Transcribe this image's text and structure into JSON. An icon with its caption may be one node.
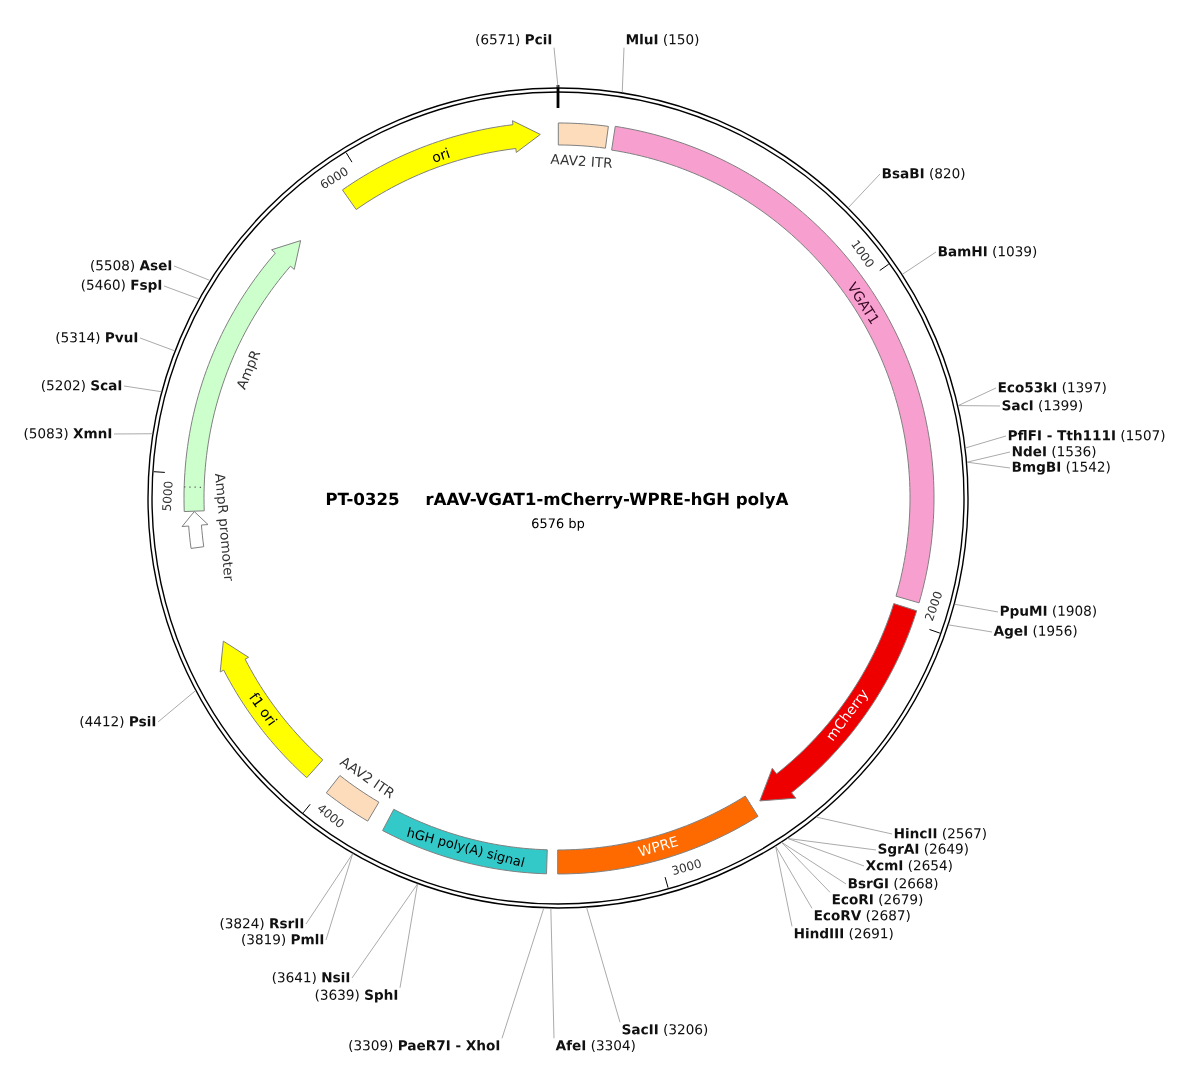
{
  "diagram": {
    "nodes": [
      {
        "text": [
          "PT-0325",
          "rAAV-VGAT1-mCherry-WPRE-hGH polyA",
          "6576 bp"
        ]
      },
      {
        "text": [
          "AAV2 ITR"
        ],
        "in": 0
      },
      {
        "text": [
          "VGAT1"
        ],
        "in": 0
      },
      {
        "text": [
          "mCherry"
        ],
        "in": 0
      },
      {
        "text": [
          "WPRE"
        ],
        "in": 0
      },
      {
        "text": [
          "hGH poly(A) signal"
        ],
        "in": 0
      },
      {
        "text": [
          "AAV2 ITR"
        ],
        "in": 0
      },
      {
        "text": [
          "f1 ori"
        ],
        "in": 0
      },
      {
        "text": [
          "AmpR promoter"
        ],
        "in": 0
      },
      {
        "text": [
          "AmpR"
        ],
        "in": 0
      },
      {
        "text": [
          "ori"
        ],
        "in": 0
      },
      {
        "text": [
          "(6571) **PciI**"
        ]
      },
      {
        "text": [
          "**MluI** (150)"
        ]
      },
      {
        "text": [
          "**BsaBI** (820)"
        ]
      },
      {
        "text": [
          "**BamHI** (1039)"
        ]
      },
      {
        "text": [
          "**Eco53kI** (1397)"
        ]
      },
      {
        "text": [
          "**SacI** (1399)"
        ]
      },
      {
        "text": [
          "**PflFI - Tth111I** (1507)"
        ]
      },
      {
        "text": [
          "**NdeI** (1536)"
        ]
      },
      {
        "text": [
          "**BmgBI** (1542)"
        ]
      },
      {
        "text": [
          "**PpuMI** (1908)"
        ]
      },
      {
        "text": [
          "**AgeI** (1956)"
        ]
      },
      {
        "text": [
          "**HincII** (2567)"
        ]
      },
      {
        "text": [
          "**SgrAI** (2649)"
        ]
      },
      {
        "text": [
          "**XcmI** (2654)"
        ]
      },
      {
        "text": [
          "**BsrGI** (2668)"
        ]
      },
      {
        "text": [
          "**EcoRI** (2679)"
        ]
      },
      {
        "text": [
          "**EcoRV** (2687)"
        ]
      },
      {
        "text": [
          "**HindIII** (2691)"
        ]
      },
      {
        "text": [
          "**SacII** (3206)"
        ]
      },
      {
        "text": [
          "**AfeI** (3304)"
        ]
      },
      {
        "text": [
          "(3309) **PaeR7I - XhoI**"
        ]
      },
      {
        "text": [
          "(3639) **SphI**"
        ]
      },
      {
        "text": [
          "(3641) **NsiI**"
        ]
      },
      {
        "text": [
          "(3819) **PmlI**"
        ]
      },
      {
        "text": [
          "(3824) **RsrII**"
        ]
      },
      {
        "text": [
          "(4412) **PsiI**"
        ]
      },
      {
        "text": [
          "(5083) **XmnI**"
        ]
      },
      {
        "text": [
          "(5202) **ScaI**"
        ]
      },
      {
        "text": [
          "(5314) **PvuI**"
        ]
      },
      {
        "text": [
          "(5460) **FspI**"
        ]
      },
      {
        "text": [
          "(5508) **AseI**"
        ]
      }
    ],
    "edges": [
      {
        "from": 11,
        "to": 0,
        "arrow": "none"
      },
      {
        "from": 12,
        "to": 0,
        "arrow": "none"
      },
      {
        "from": 13,
        "to": 0,
        "arrow": "none"
      },
      {
        "from": 14,
        "to": 0,
        "arrow": "none"
      },
      {
        "from": 15,
        "to": 0,
        "arrow": "none"
      },
      {
        "from": 16,
        "to": 0,
        "arrow": "none"
      },
      {
        "from": 17,
        "to": 0,
        "arrow": "none"
      },
      {
        "from": 18,
        "to": 0,
        "arrow": "none"
      },
      {
        "from": 19,
        "to": 0,
        "arrow": "none"
      },
      {
        "from": 20,
        "to": 0,
        "arrow": "none"
      },
      {
        "from": 21,
        "to": 0,
        "arrow": "none"
      },
      {
        "from": 22,
        "to": 0,
        "arrow": "none"
      },
      {
        "from": 23,
        "to": 0,
        "arrow": "none"
      },
      {
        "from": 24,
        "to": 0,
        "arrow": "none"
      },
      {
        "from": 25,
        "to": 0,
        "arrow": "none"
      },
      {
        "from": 26,
        "to": 0,
        "arrow": "none"
      },
      {
        "from": 27,
        "to": 0,
        "arrow": "none"
      },
      {
        "from": 28,
        "to": 0,
        "arrow": "none"
      },
      {
        "from": 29,
        "to": 0,
        "arrow": "none"
      },
      {
        "from": 30,
        "to": 0,
        "arrow": "none"
      },
      {
        "from": 31,
        "to": 0,
        "arrow": "none"
      },
      {
        "from": 32,
        "to": 0,
        "arrow": "none"
      },
      {
        "from": 33,
        "to": 0,
        "arrow": "none"
      },
      {
        "from": 34,
        "to": 0,
        "arrow": "none"
      },
      {
        "from": 35,
        "to": 0,
        "arrow": "none"
      },
      {
        "from": 36,
        "to": 0,
        "arrow": "none"
      },
      {
        "from": 37,
        "to": 0,
        "arrow": "none"
      },
      {
        "from": 38,
        "to": 0,
        "arrow": "none"
      },
      {
        "from": 39,
        "to": 0,
        "arrow": "none"
      },
      {
        "from": 40,
        "to": 0,
        "arrow": "none"
      },
      {
        "from": 41,
        "to": 0,
        "arrow": "none"
      }
    ],
    "labels": [
      "1000",
      "2000",
      "3000",
      "4000",
      "5000",
      "6000"
    ]
  }
}
